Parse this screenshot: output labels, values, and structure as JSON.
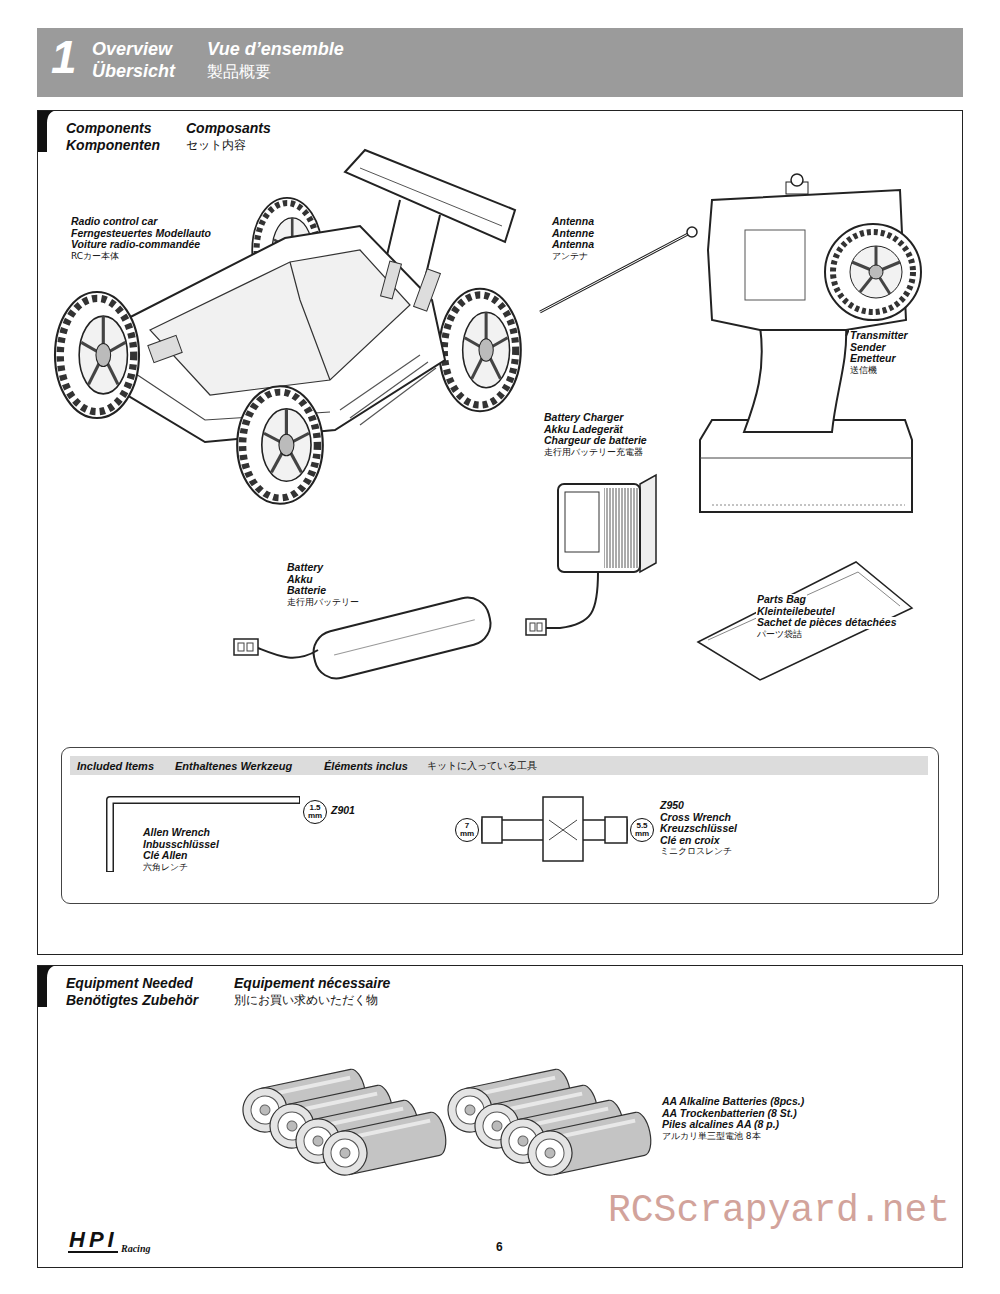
{
  "diagram": {
    "nodes": [
      {
        "text": [
          "1",
          "Overview",
          "Vue d’ensemble",
          "Übersicht",
          "製品概要"
        ]
      },
      {
        "text": [
          "Components",
          "Composants",
          "Komponenten",
          "セット内容"
        ]
      },
      {
        "text": [
          "Included Items",
          "Enthaltenes Werkzeug",
          "Éléments inclus",
          "キットに入っている工具"
        ],
        "in": 1
      },
      {
        "text": [
          "Equipment Needed",
          "Equipement nécessaire",
          "Benötigtes Zubehör",
          "別にお買い求めいただく物"
        ]
      },
      {
        "text": [
          "1.5 mm"
        ],
        "in": 2
      },
      {
        "text": [
          "7 mm"
        ],
        "in": 2
      },
      {
        "text": [
          "5.5 mm"
        ],
        "in": 2
      }
    ],
    "labels": [
      "Radio control car",
      "Ferngesteuertes Modellauto",
      "Voiture radio-commandée",
      "RCカー本体",
      "Antenna",
      "Antenne",
      "Antenna",
      "アンテナ",
      "Transmitter",
      "Sender",
      "Emetteur",
      "送信機",
      "Battery Charger",
      "Akku Ladegerät",
      "Chargeur de batterie",
      "走行用バッテリー充電器",
      "Battery",
      "Akku",
      "Batterie",
      "走行用バッテリー",
      "Parts Bag",
      "Kleinteilebeutel",
      "Sachet de pièces détachées",
      "パーツ袋詰",
      "Z901",
      "Allen Wrench",
      "Inbusschlüssel",
      "Clé Allen",
      "六角レンチ",
      "Z950",
      "Cross Wrench",
      "Kreuzschlüssel",
      "Clé en croix",
      "ミニクロスレンチ",
      "AA Alkaline Batteries (8pcs.)",
      "AA Trockenbatterien (8 St.)",
      "Piles alcalines AA (8 p.)",
      "アルカリ単三型電池 8本",
      "6",
      "HPI",
      "Racing",
      "RCScrapyard.net"
    ]
  }
}
